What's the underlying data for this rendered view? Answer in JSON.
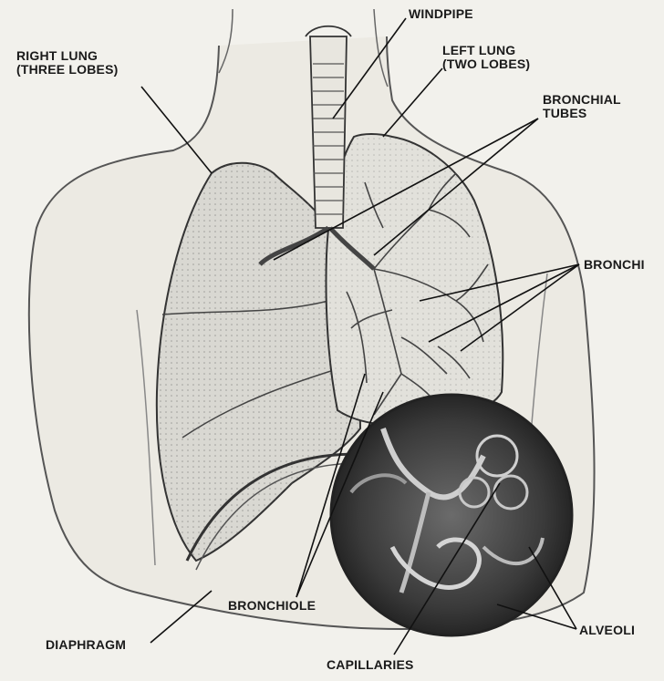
{
  "labels": {
    "windpipe": "WINDPIPE",
    "left_lung_line1": "LEFT LUNG",
    "left_lung_line2": "(TWO LOBES)",
    "right_lung_line1": "RIGHT LUNG",
    "right_lung_line2": "(THREE LOBES)",
    "bronchial_tubes_line1": "BRONCHIAL",
    "bronchial_tubes_line2": "TUBES",
    "bronchi": "BRONCHI",
    "bronchiole": "BRONCHIOLE",
    "diaphragm": "DIAPHRAGM",
    "capillaries": "CAPILLARIES",
    "alveoli": "ALVEOLI"
  },
  "colors": {
    "background": "#f2f1ec",
    "ink": "#1a1a1a",
    "lung_fill": "#d9d8d2",
    "inset_dark": "#3a3a3a"
  }
}
